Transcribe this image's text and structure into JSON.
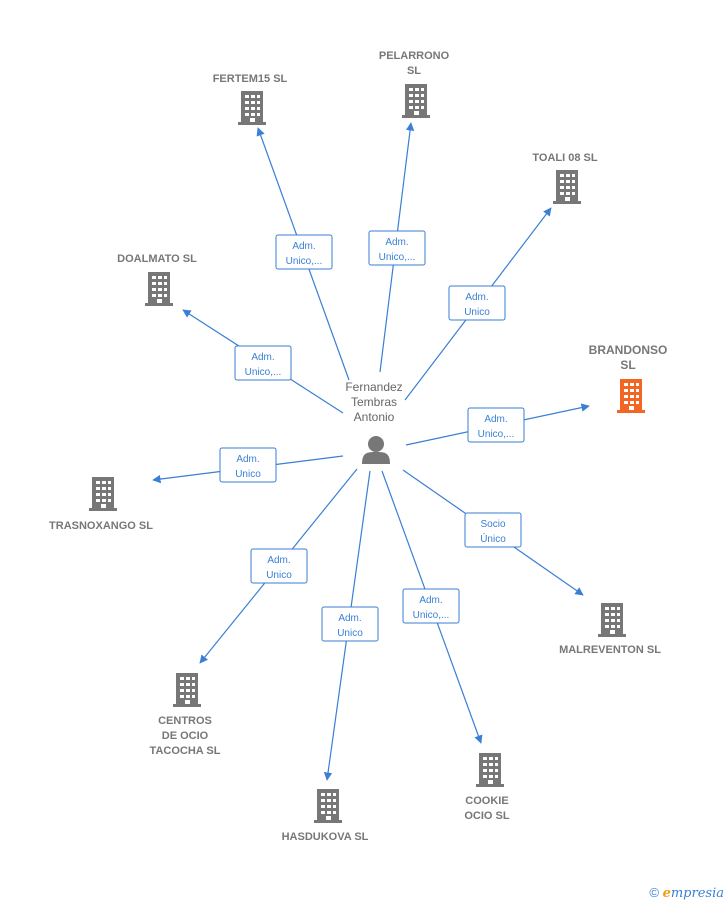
{
  "center": {
    "name_lines": [
      "Fernandez",
      "Tembras",
      "Antonio"
    ],
    "icon": "person-icon"
  },
  "colors": {
    "edge": "#3a7fd5",
    "company": "#777777",
    "highlight": "#f26522"
  },
  "companies": [
    {
      "id": "fertem15",
      "lines": [
        "FERTEM15  SL"
      ],
      "highlight": false,
      "relation": [
        "Adm.",
        "Unico,..."
      ]
    },
    {
      "id": "pelarrono",
      "lines": [
        "PELARRONO",
        "SL"
      ],
      "highlight": false,
      "relation": [
        "Adm.",
        "Unico,..."
      ]
    },
    {
      "id": "toali08",
      "lines": [
        "TOALI 08 SL"
      ],
      "highlight": false,
      "relation": [
        "Adm.",
        "Unico"
      ]
    },
    {
      "id": "doalmato",
      "lines": [
        "DOALMATO  SL"
      ],
      "highlight": false,
      "relation": [
        "Adm.",
        "Unico,..."
      ]
    },
    {
      "id": "brandonso",
      "lines": [
        "BRANDONSO",
        "SL"
      ],
      "highlight": true,
      "relation": [
        "Adm.",
        "Unico,..."
      ]
    },
    {
      "id": "trasnoxango",
      "lines": [
        "TRASNOXANGO SL"
      ],
      "highlight": false,
      "relation": [
        "Adm.",
        "Unico"
      ]
    },
    {
      "id": "malreventon",
      "lines": [
        "MALREVENTON SL"
      ],
      "highlight": false,
      "relation": [
        "Socio",
        "Único"
      ]
    },
    {
      "id": "centros",
      "lines": [
        "CENTROS",
        "DE OCIO",
        "TACOCHA  SL"
      ],
      "highlight": false,
      "relation": [
        "Adm.",
        "Unico"
      ]
    },
    {
      "id": "hasdukova",
      "lines": [
        "HASDUKOVA SL"
      ],
      "highlight": false,
      "relation": [
        "Adm.",
        "Unico"
      ]
    },
    {
      "id": "cookie",
      "lines": [
        "COOKIE",
        "OCIO  SL"
      ],
      "highlight": false,
      "relation": [
        "Adm.",
        "Unico,..."
      ]
    }
  ],
  "footer": {
    "symbol": "©",
    "brand_first": "e",
    "brand_rest": "mpresia"
  }
}
